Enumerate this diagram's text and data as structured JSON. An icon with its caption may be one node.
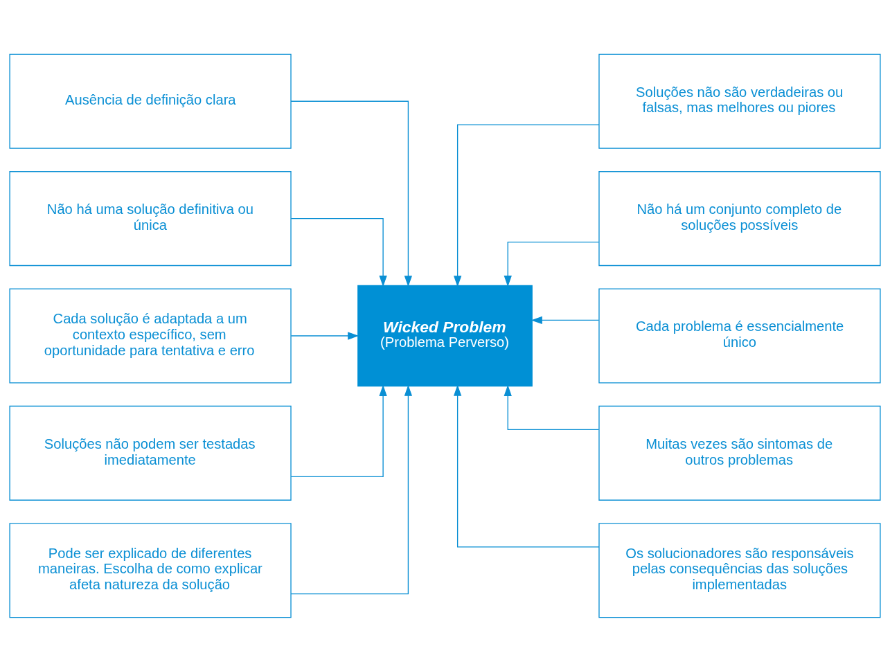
{
  "diagram": {
    "nodes": [
      {
        "text": [
          "Wicked Problem",
          "(Problema Perverso)"
        ]
      },
      {
        "text": [
          "Ausência de definição clara"
        ]
      },
      {
        "text": [
          "Soluções não são verdadeiras ou falsas, mas melhores ou piores"
        ]
      },
      {
        "text": [
          "Não há uma solução definitiva ou única"
        ]
      },
      {
        "text": [
          "Não há um conjunto completo de soluções possíveis"
        ]
      },
      {
        "text": [
          "Cada solução é adaptada a um contexto específico, sem oportunidade para tentativa e erro"
        ]
      },
      {
        "text": [
          "Cada problema é essencialmente único"
        ]
      },
      {
        "text": [
          "Soluções não podem ser testadas imediatamente"
        ]
      },
      {
        "text": [
          "Muitas vezes são sintomas de outros problemas"
        ]
      },
      {
        "text": [
          "Pode ser explicado de diferentes maneiras. Escolha de como explicar afeta natureza da solução"
        ]
      },
      {
        "text": [
          "Os solucionadores são responsáveis pelas consequências das soluções implementadas"
        ]
      }
    ],
    "edges": [
      {
        "from": 1,
        "to": 0,
        "arrow": "to"
      },
      {
        "from": 2,
        "to": 0,
        "arrow": "to"
      },
      {
        "from": 3,
        "to": 0,
        "arrow": "to"
      },
      {
        "from": 4,
        "to": 0,
        "arrow": "to"
      },
      {
        "from": 5,
        "to": 0,
        "arrow": "to"
      },
      {
        "from": 6,
        "to": 0,
        "arrow": "to"
      },
      {
        "from": 7,
        "to": 0,
        "arrow": "to"
      },
      {
        "from": 8,
        "to": 0,
        "arrow": "to"
      },
      {
        "from": 9,
        "to": 0,
        "arrow": "to"
      },
      {
        "from": 10,
        "to": 0,
        "arrow": "to"
      }
    ]
  }
}
